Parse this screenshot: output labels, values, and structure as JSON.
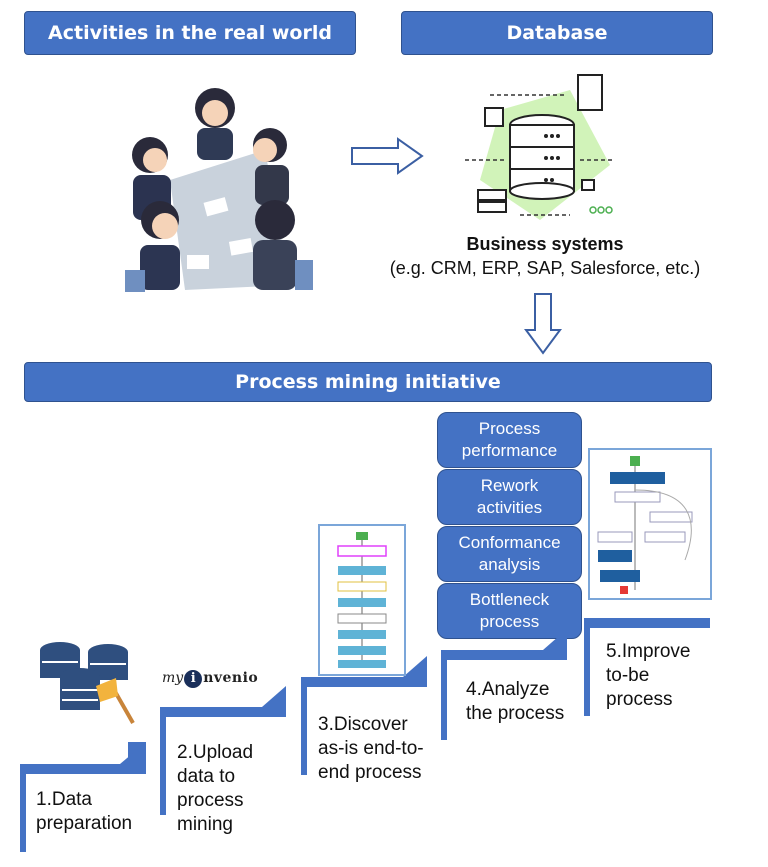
{
  "banners": {
    "activities": "Activities in the real world",
    "database": "Database",
    "initiative": "Process mining initiative"
  },
  "database_caption": {
    "title": "Business systems",
    "examples": "(e.g. CRM, ERP, SAP, Salesforce, etc.)"
  },
  "analysis_boxes": [
    {
      "line1": "Process",
      "line2": "performance"
    },
    {
      "line1": "Rework",
      "line2": "activities"
    },
    {
      "line1": "Conformance",
      "line2": "analysis"
    },
    {
      "line1": "Bottleneck",
      "line2": "process"
    }
  ],
  "steps": [
    {
      "lines": [
        "1.Data",
        "preparation"
      ]
    },
    {
      "lines": [
        "2.Upload",
        "data to",
        "process",
        "mining"
      ]
    },
    {
      "lines": [
        "3.Discover",
        "as-is end-to-",
        "end process"
      ]
    },
    {
      "lines": [
        "4.Analyze",
        "the process"
      ]
    },
    {
      "lines": [
        "5.Improve",
        "to-be",
        "process"
      ]
    }
  ],
  "logo": {
    "prefix": "my",
    "letter": "i",
    "suffix": "nvenio"
  },
  "colors": {
    "banner": "#4472c4",
    "stair": "#4472c4",
    "thumb_border": "#7ba6d9"
  }
}
